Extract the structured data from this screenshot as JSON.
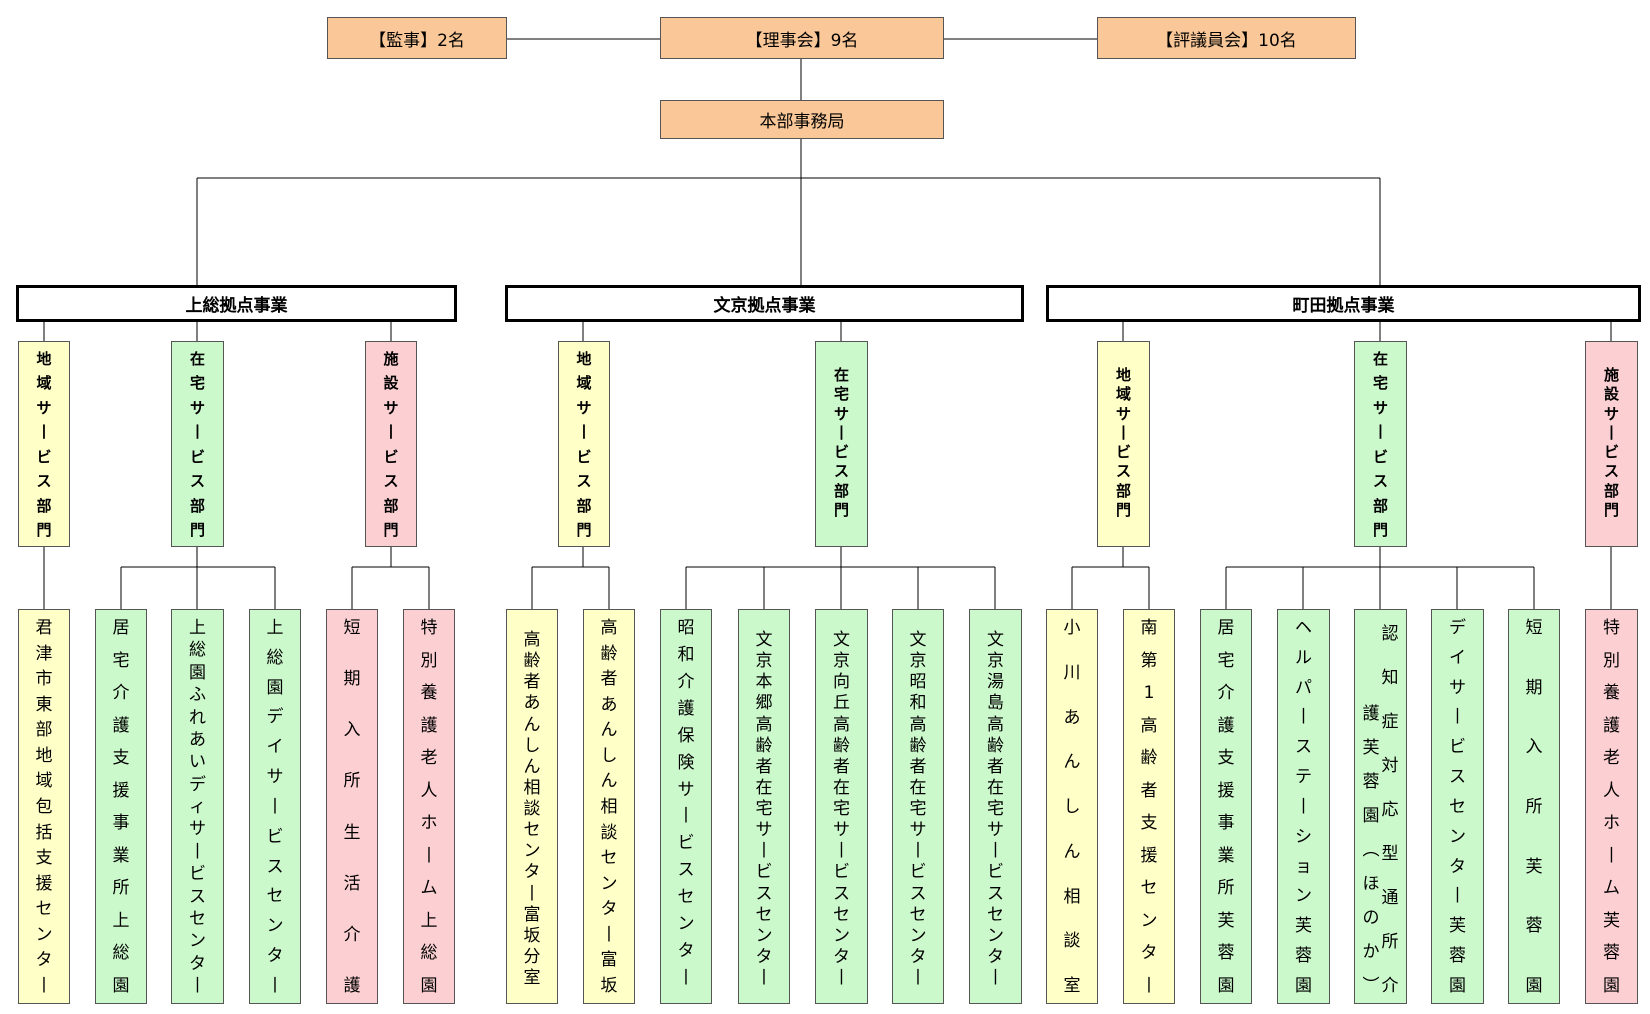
{
  "top": {
    "auditor": "【監事】2名",
    "board": "【理事会】9名",
    "councilors": "【評議員会】10名",
    "headquarters": "本部事務局"
  },
  "divisions": [
    {
      "name": "上総拠点事業",
      "departments": [
        {
          "label": "地域サービス部門",
          "units": [
            "君津市東部地域包括支援センター"
          ]
        },
        {
          "label": "在宅サービス部門",
          "units": [
            "居宅介護支援事業所上総園",
            "上総園ふれあいディサービスセンター",
            "上総園デイサービスセンター"
          ]
        },
        {
          "label": "施設サービス部門",
          "units": [
            "短期入所生活介護",
            "特別養護老人ホーム上総園"
          ]
        }
      ]
    },
    {
      "name": "文京拠点事業",
      "departments": [
        {
          "label": "地域サービス部門",
          "units": [
            "高齢者あんしん相談センター富坂分室",
            "高齢者あんしん相談センター富坂"
          ]
        },
        {
          "label": "在宅サービス部門",
          "units": [
            "昭和介護保険サービスセンター",
            "文京本郷高齢者在宅サービスセンター",
            "文京向丘高齢者在宅サービスセンター",
            "文京昭和高齢者在宅サービスセンター",
            "文京湯島高齢者在宅サービスセンター"
          ]
        }
      ]
    },
    {
      "name": "町田拠点事業",
      "departments": [
        {
          "label": "地域サービス部門",
          "units": [
            "小川あんしん相談室",
            "南第1高齢者支援センター"
          ]
        },
        {
          "label": "在宅サービス部門",
          "units": [
            "居宅介護支援事業所芙蓉園",
            "ヘルパーステーション芙蓉園",
            "認知症対応型通所介護芙蓉園（ほのか）",
            "デイサービスセンター芙蓉園",
            "短期入所芙蓉園"
          ]
        },
        {
          "label": "施設サービス部門",
          "units": [
            "特別養護老人ホーム芙蓉園"
          ]
        }
      ]
    }
  ],
  "colors": {
    "top_box": "#fac898",
    "community_service": "#ffffc8",
    "home_service": "#ccf9cc",
    "facility_service": "#fcd0d3"
  }
}
